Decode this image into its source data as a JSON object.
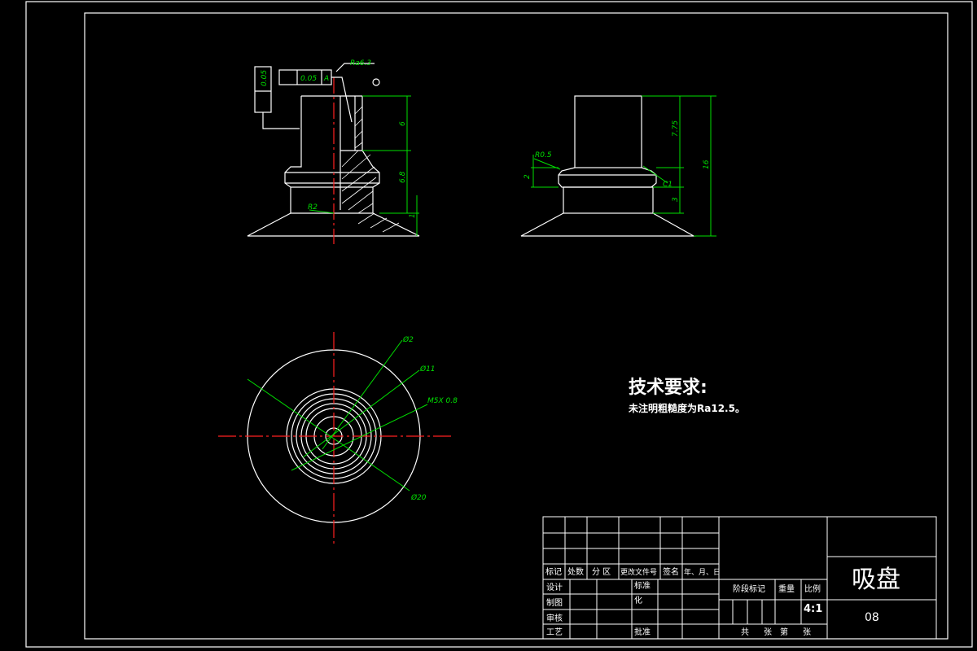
{
  "tech_requirements": {
    "title": "技术要求:",
    "line1": "未注明粗糙度为Ra12.5。"
  },
  "annotations": {
    "roughness": "Ra6.3",
    "parallel_tol": "0.05",
    "datum": "A",
    "runout_tol": "0.05",
    "front": {
      "dim_top": "6",
      "dim_mid": "6.8",
      "dim_bot": "1",
      "radius": "R2"
    },
    "side": {
      "radius": "R0.5",
      "dim_a": "2",
      "dim_b": "7.75",
      "dim_c": "3",
      "dim_total": "16",
      "chamfer": "C1"
    },
    "top_view": {
      "d1": "Ø2",
      "d2": "Ø11",
      "thread": "M5X 0.8",
      "d3": "Ø20"
    }
  },
  "title_block": {
    "part_name": "吸盘",
    "drawing_no": "08",
    "scale": "4:1",
    "headers": {
      "mark": "标记",
      "count": "处数",
      "zone": "分 区",
      "doc_no": "更改文件号",
      "sign": "签名",
      "date": "年、月、日"
    },
    "rows": {
      "design": "设计",
      "draw": "制图",
      "check": "审核",
      "process": "工艺",
      "standard": "标准",
      "standard2": "化",
      "approve": "批准"
    },
    "right": {
      "stage": "阶段标记",
      "weight": "重量",
      "scale_label": "比例"
    },
    "sheets": {
      "total": "共",
      "sheet": "张",
      "nth": "第",
      "sheet2": "张"
    }
  }
}
